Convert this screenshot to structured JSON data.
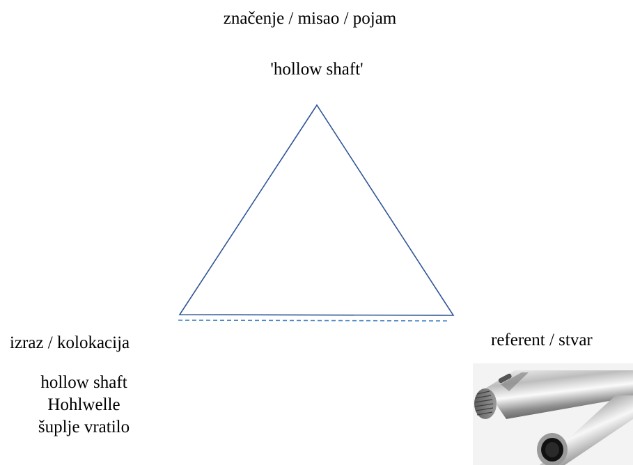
{
  "top": {
    "title": "značenje / misao / pojam",
    "example": "'hollow shaft'"
  },
  "left": {
    "title": "izraz / kolokacija",
    "terms": [
      "hollow shaft",
      "Hohlwelle",
      "šuplje vratilo"
    ]
  },
  "right": {
    "title": "referent / stvar"
  },
  "colors": {
    "triangle_stroke": "#2f5597",
    "dashed_line": "#4a86c5"
  },
  "icons": {
    "photo": "hollow-shaft-photo"
  }
}
